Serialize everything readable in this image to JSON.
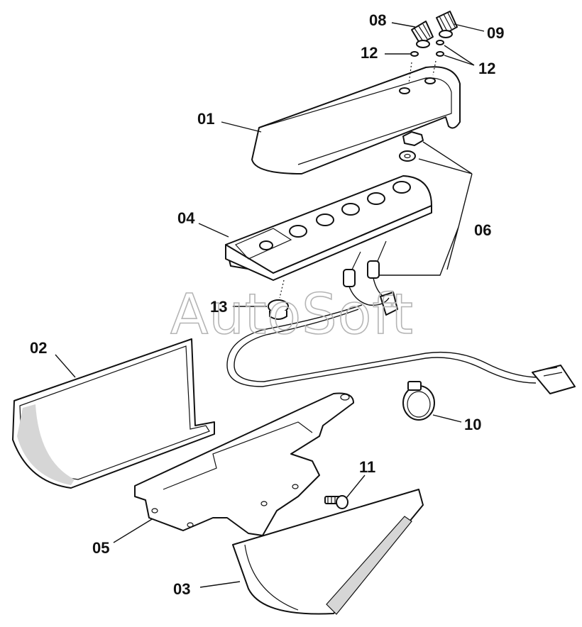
{
  "watermark": "AutoSoft",
  "callouts": [
    {
      "id": "01",
      "text": "01"
    },
    {
      "id": "02",
      "text": "02"
    },
    {
      "id": "03",
      "text": "03"
    },
    {
      "id": "04",
      "text": "04"
    },
    {
      "id": "05",
      "text": "05"
    },
    {
      "id": "06",
      "text": "06"
    },
    {
      "id": "08",
      "text": "08"
    },
    {
      "id": "09",
      "text": "09"
    },
    {
      "id": "10",
      "text": "10"
    },
    {
      "id": "11",
      "text": "11"
    },
    {
      "id": "12a",
      "text": "12"
    },
    {
      "id": "12b",
      "text": "12"
    },
    {
      "id": "13",
      "text": "13"
    }
  ]
}
